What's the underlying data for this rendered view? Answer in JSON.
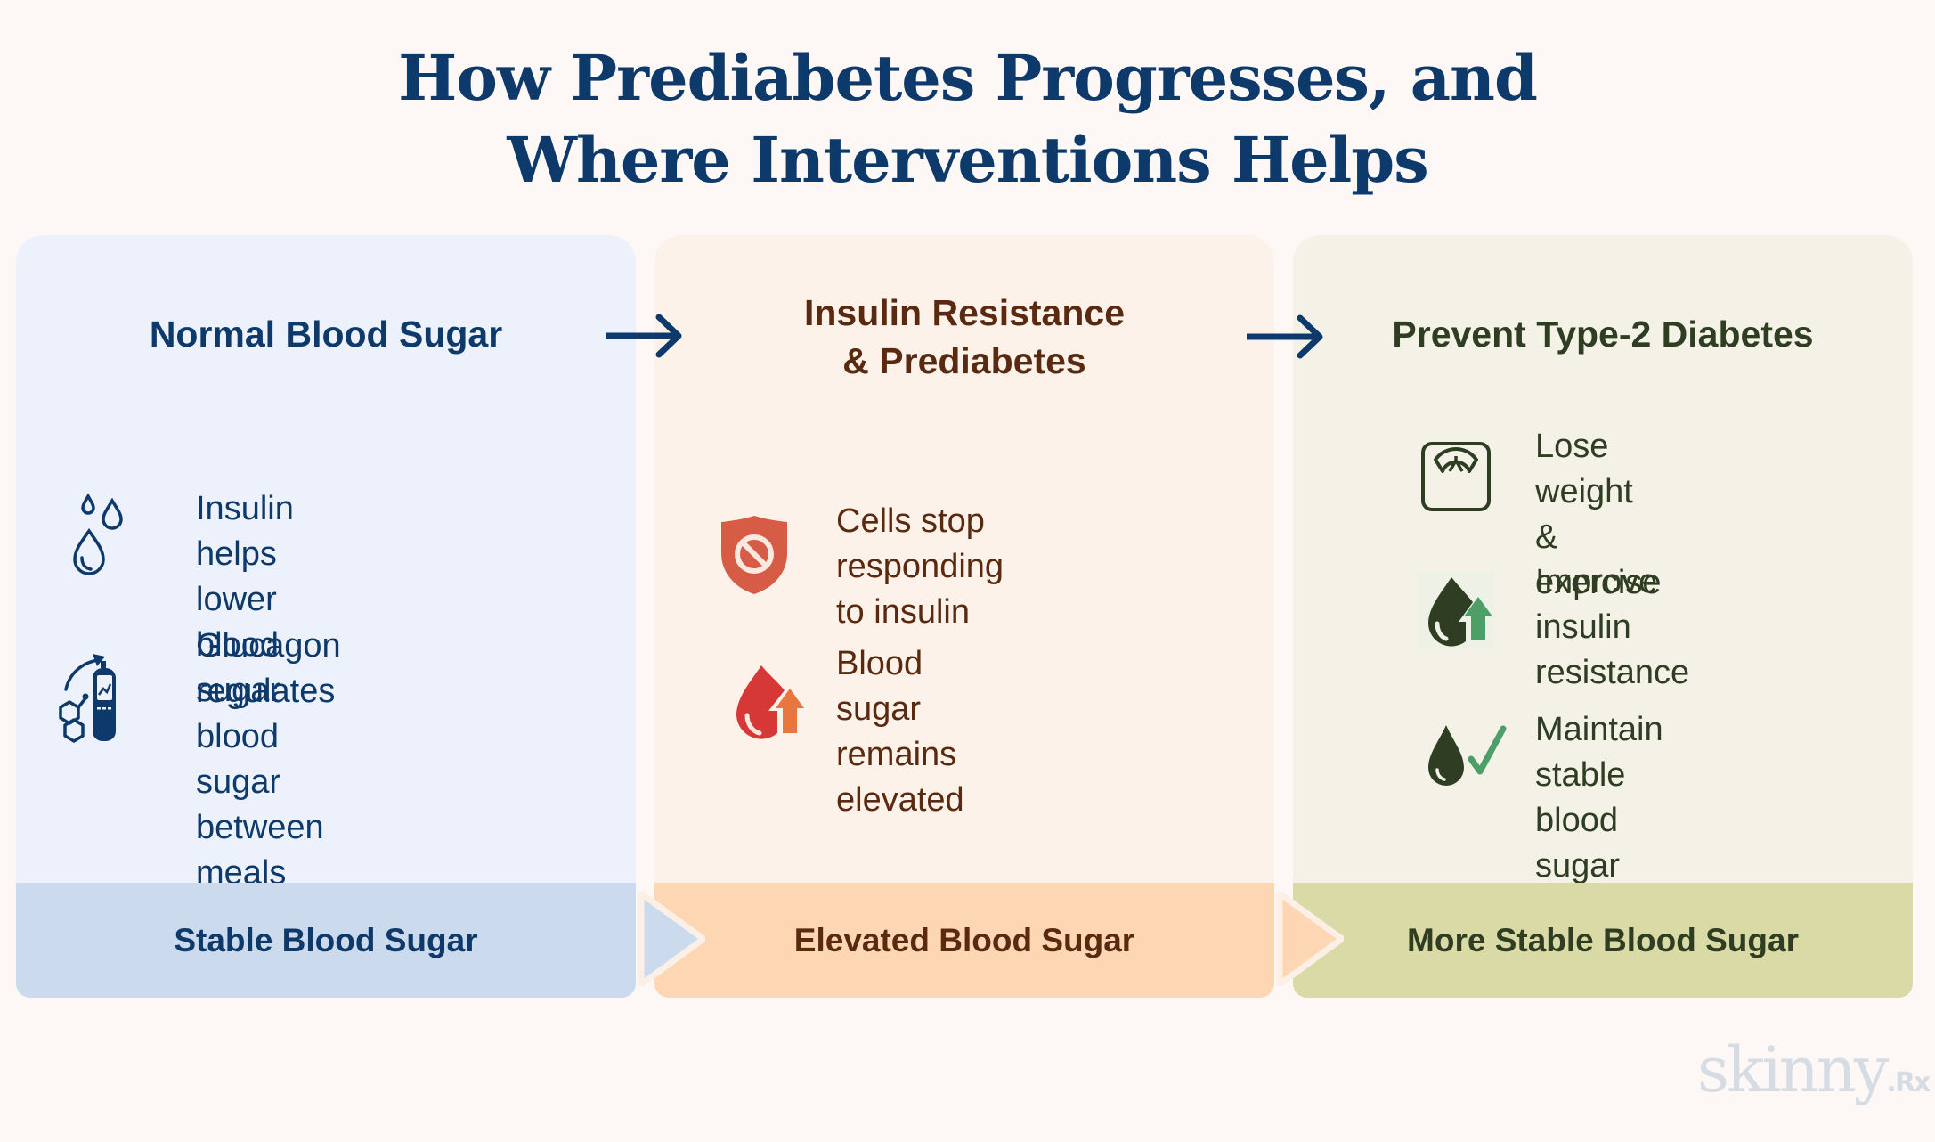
{
  "title": {
    "line1": "How Prediabetes Progresses, and",
    "line2": "Where Interventions Helps"
  },
  "colors": {
    "background": "#fdf8f5",
    "navy": "#0d3a6b",
    "brown": "#5a2a10",
    "dark_green": "#2f3e22",
    "panel1_bg": "#ecf1fb",
    "panel2_bg": "#fcf2ea",
    "panel3_bg": "#f4f2e7",
    "banner1": "#cbdaed",
    "banner2": "#fdd6b3",
    "banner3": "#d9daa5",
    "red_icon": "#d65c45",
    "green_accent": "#4e9e67"
  },
  "stages": [
    {
      "header": "Normal Blood Sugar",
      "items": [
        {
          "icon": "water-drops-icon",
          "text": "Insulin helps lower\nblood sugar"
        },
        {
          "icon": "glucose-meter-icon",
          "text": "Glucagon regulates\nblood sugar\nbetween meals"
        }
      ],
      "banner": "Stable Blood Sugar"
    },
    {
      "header_line1": "Insulin Resistance",
      "header_line2": "& Prediabetes",
      "items": [
        {
          "icon": "shield-blocked-icon",
          "text": "Cells stop responding\nto insulin"
        },
        {
          "icon": "blood-drop-up-arrow-icon",
          "text": "Blood sugar remains\nelevated"
        }
      ],
      "banner": "Elevated Blood Sugar"
    },
    {
      "header": "Prevent Type-2 Diabetes",
      "items": [
        {
          "icon": "weight-scale-icon",
          "text": "Lose weight\n& exercise"
        },
        {
          "icon": "drop-up-arrow-icon",
          "text": "Improve insulin\nresistance"
        },
        {
          "icon": "drop-checkmark-icon",
          "text": "Maintain stable\nblood sugar"
        }
      ],
      "banner": "More Stable Blood Sugar"
    }
  ],
  "logo": {
    "brand": "skinny",
    "suffix": ".Rx"
  }
}
